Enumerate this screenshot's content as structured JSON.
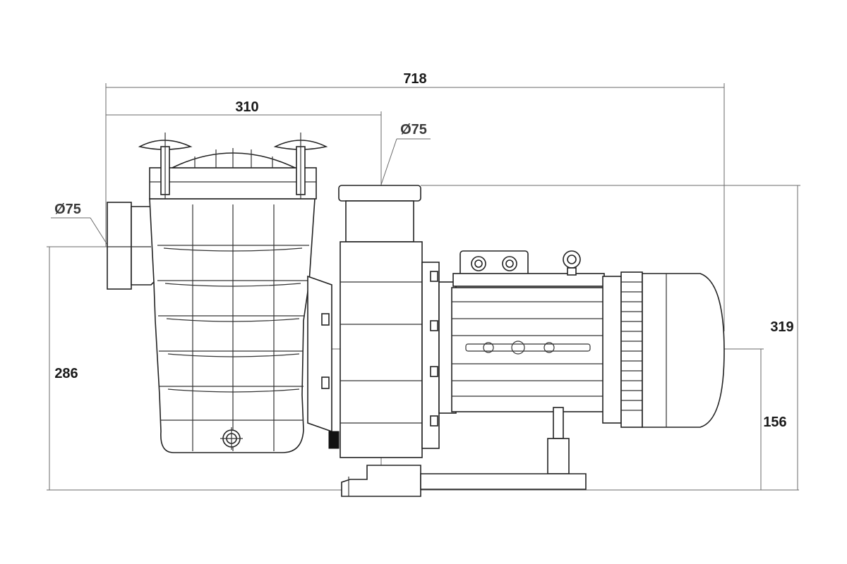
{
  "dimensions": {
    "overall_length": "718",
    "strainer_width": "310",
    "suction_diameter": "Ø75",
    "discharge_diameter": "Ø75",
    "inlet_height": "286",
    "overall_height": "319",
    "shaft_height": "156"
  }
}
